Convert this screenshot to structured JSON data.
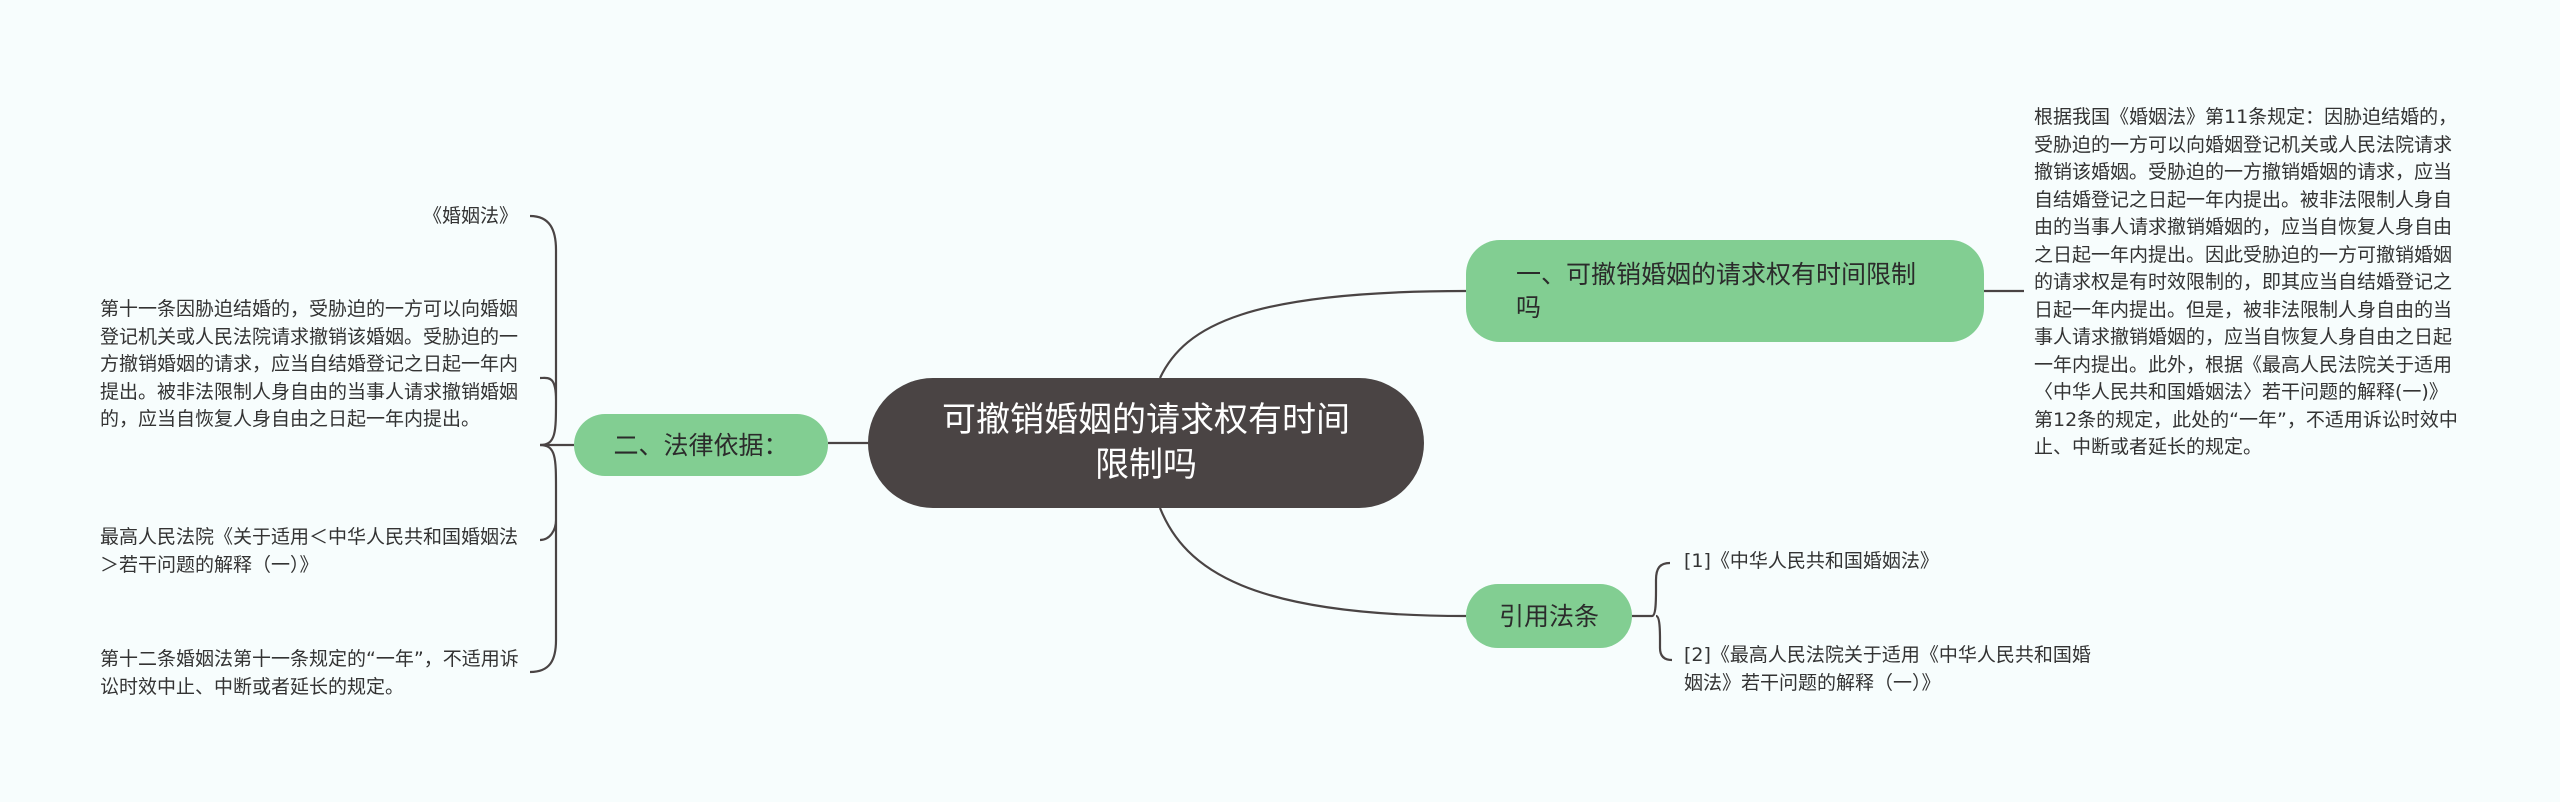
{
  "colors": {
    "background": "#f7fdfd",
    "root_fill": "#4a4444",
    "branch_fill": "#82ce92",
    "line": "#4a4444"
  },
  "root": {
    "label": "可撤销婚姻的请求权有时间限制吗"
  },
  "branches": {
    "time_limit": {
      "label": "一、可撤销婚姻的请求权有时间限制吗",
      "detail": "根据我国《婚姻法》第11条规定：因胁迫结婚的，受胁迫的一方可以向婚姻登记机关或人民法院请求撤销该婚姻。受胁迫的一方撤销婚姻的请求，应当自结婚登记之日起一年内提出。被非法限制人身自由的当事人请求撤销婚姻的，应当自恢复人身自由之日起一年内提出。因此受胁迫的一方可撤销婚姻的请求权是有时效限制的，即其应当自结婚登记之日起一年内提出。但是，被非法限制人身自由的当事人请求撤销婚姻的，应当自恢复人身自由之日起一年内提出。此外，根据《最高人民法院关于适用〈中华人民共和国婚姻法〉若干问题的解释(一)》第12条的规定，此处的“一年”，不适用诉讼时效中止、中断或者延长的规定。"
    },
    "legal_basis": {
      "label": "二、法律依据：",
      "items": [
        "《婚姻法》",
        "第十一条因胁迫结婚的，受胁迫的一方可以向婚姻登记机关或人民法院请求撤销该婚姻。受胁迫的一方撤销婚姻的请求，应当自结婚登记之日起一年内提出。被非法限制人身自由的当事人请求撤销婚姻的，应当自恢复人身自由之日起一年内提出。",
        "最高人民法院《关于适用＜中华人民共和国婚姻法＞若干问题的解释（一）》",
        "第十二条婚姻法第十一条规定的“一年”，不适用诉讼时效中止、中断或者延长的规定。"
      ]
    },
    "citations": {
      "label": "引用法条",
      "items": [
        "[1]《中华人民共和国婚姻法》",
        "[2]《最高人民法院关于适用《中华人民共和国婚姻法》若干问题的解释（一）》"
      ]
    }
  }
}
